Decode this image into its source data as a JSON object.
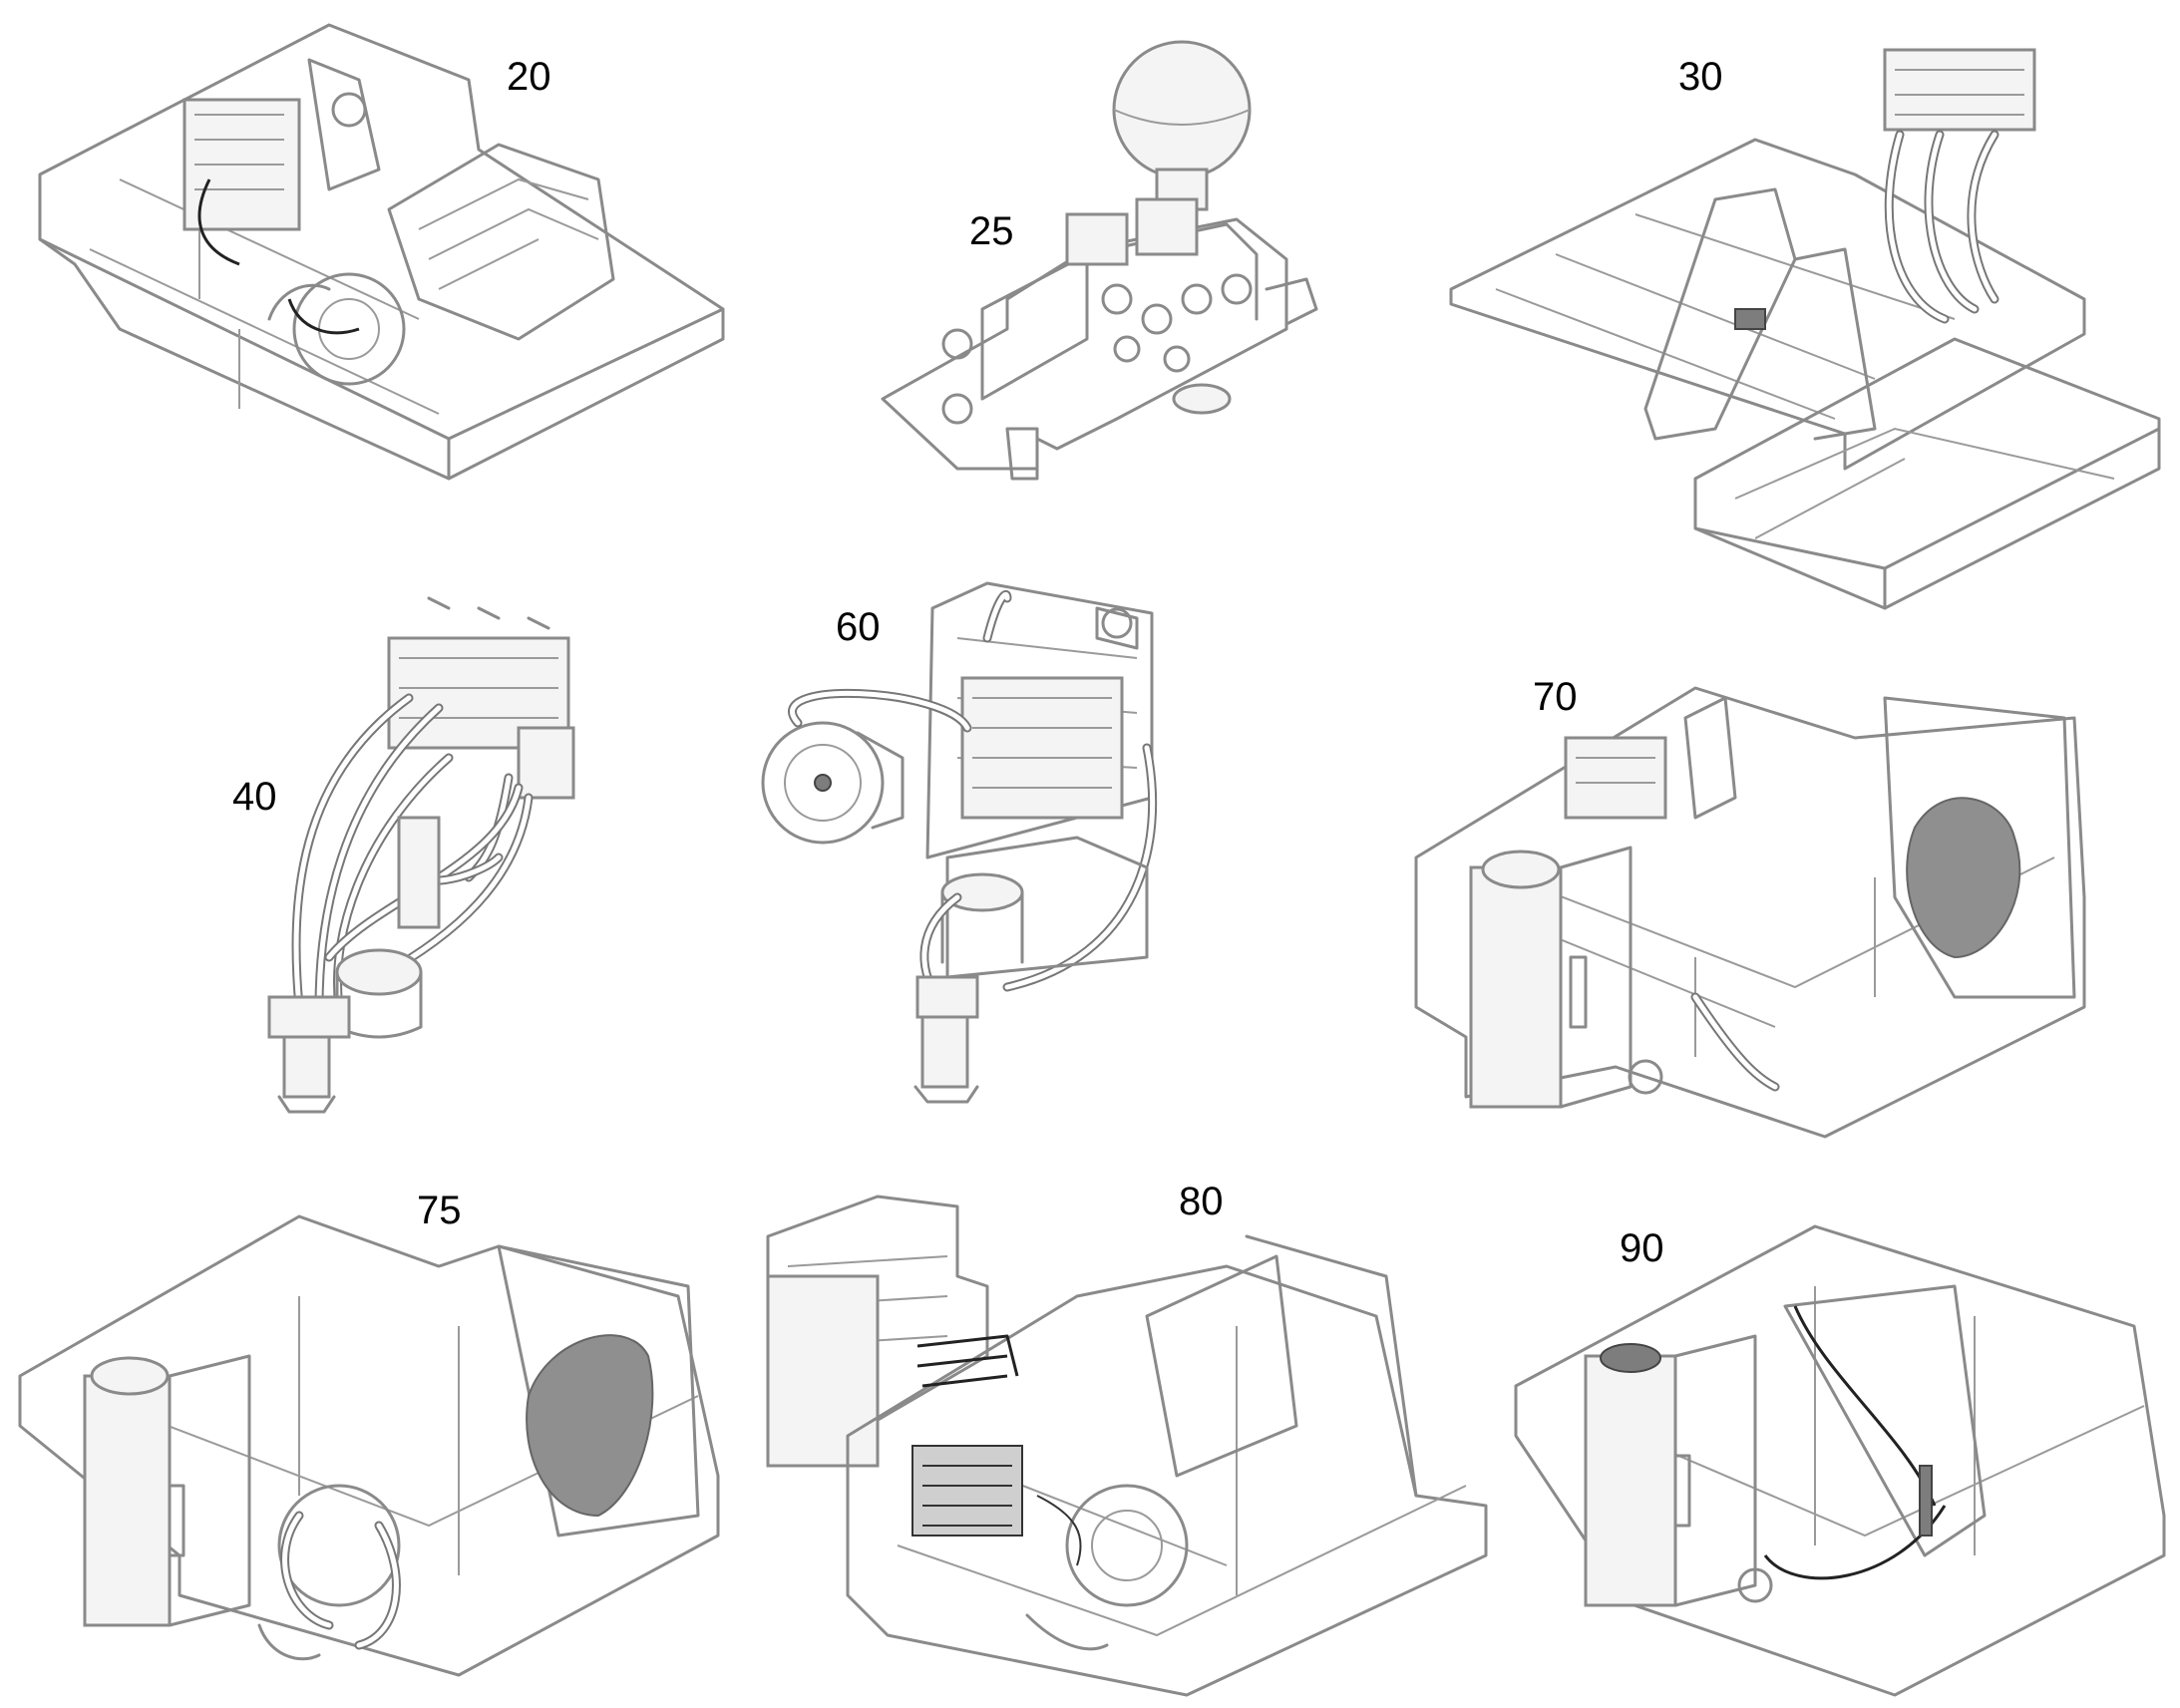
{
  "assemblies": [
    {
      "id": "a20",
      "label": "20"
    },
    {
      "id": "a25",
      "label": "25"
    },
    {
      "id": "a30",
      "label": "30"
    },
    {
      "id": "a40",
      "label": "40"
    },
    {
      "id": "a60",
      "label": "60"
    },
    {
      "id": "a70",
      "label": "70"
    },
    {
      "id": "a75",
      "label": "75"
    },
    {
      "id": "a80",
      "label": "80"
    },
    {
      "id": "a90",
      "label": "90"
    }
  ]
}
